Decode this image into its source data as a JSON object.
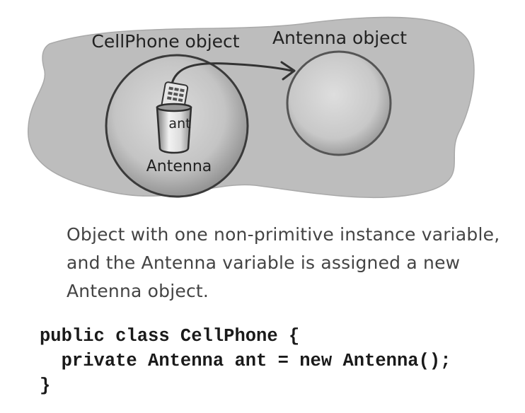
{
  "diagram": {
    "cellphone_label": "CellPhone object",
    "antenna_object_label": "Antenna object",
    "cup_label": "ant",
    "variable_type_label": "Antenna"
  },
  "caption": {
    "lines": [
      "Object with one non-primitive instance variable,",
      "and the Antenna variable is assigned a new",
      "Antenna object."
    ]
  },
  "code": {
    "lines": [
      "public class CellPhone {",
      "  private Antenna ant = new Antenna();",
      "}"
    ]
  }
}
